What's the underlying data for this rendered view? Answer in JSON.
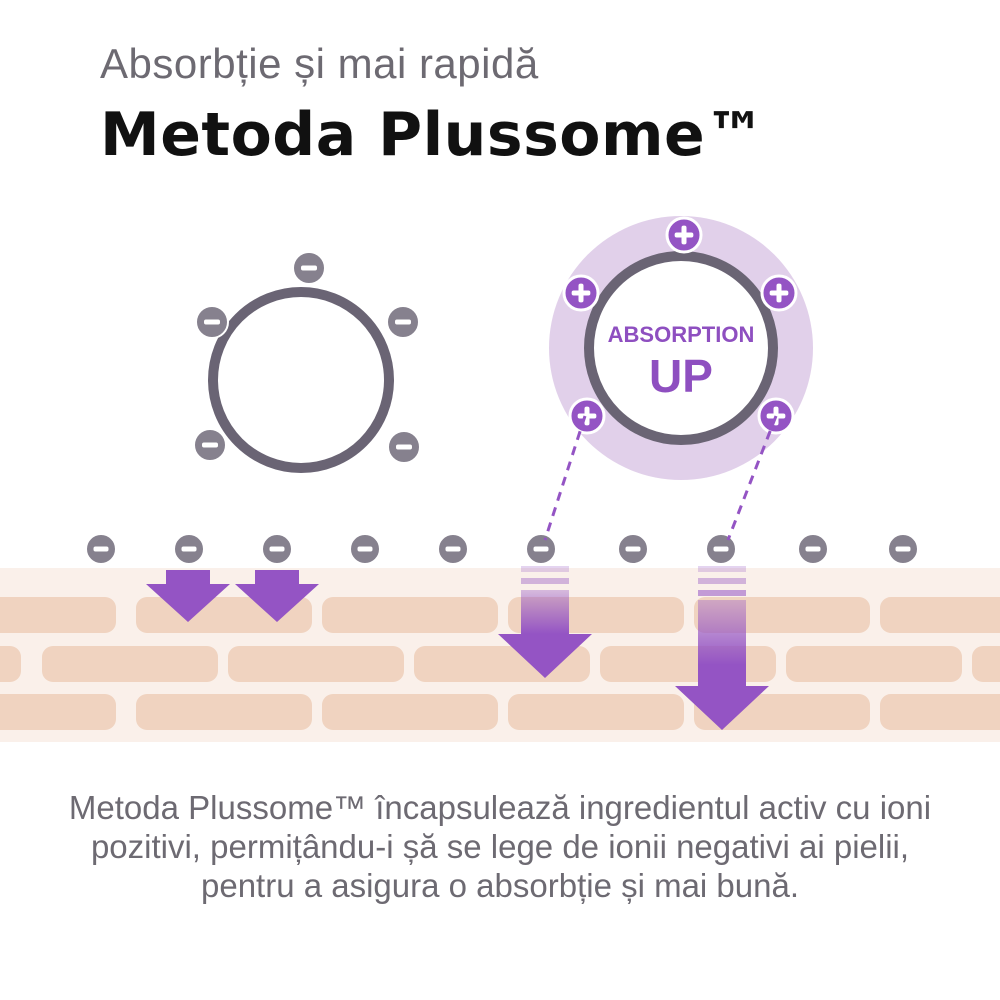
{
  "header": {
    "subtitle": "Absorbție și mai rapidă",
    "title": "Metoda Plussome™"
  },
  "diagram": {
    "badge": {
      "line1": "ABSORPTION",
      "line2": "UP"
    },
    "colors": {
      "ring": "#6a6474",
      "negative_ion": "#86818e",
      "positive_ion": "#9454c4",
      "halo": "#dcc8e6",
      "purple_text": "#8e4fc0",
      "skin_band": "#faf0ea",
      "skin_brick": "#f0d3c0"
    },
    "icons": {
      "negative": "minus-circle-icon",
      "positive": "plus-circle-icon",
      "arrow": "arrow-down-icon"
    }
  },
  "caption": {
    "text": "Metoda Plussome™ încapsulează ingredientul activ cu ioni pozitivi, permițându-i șă se lege de ionii negativi ai pielii, pentru a asigura o absorbție și mai bună."
  }
}
